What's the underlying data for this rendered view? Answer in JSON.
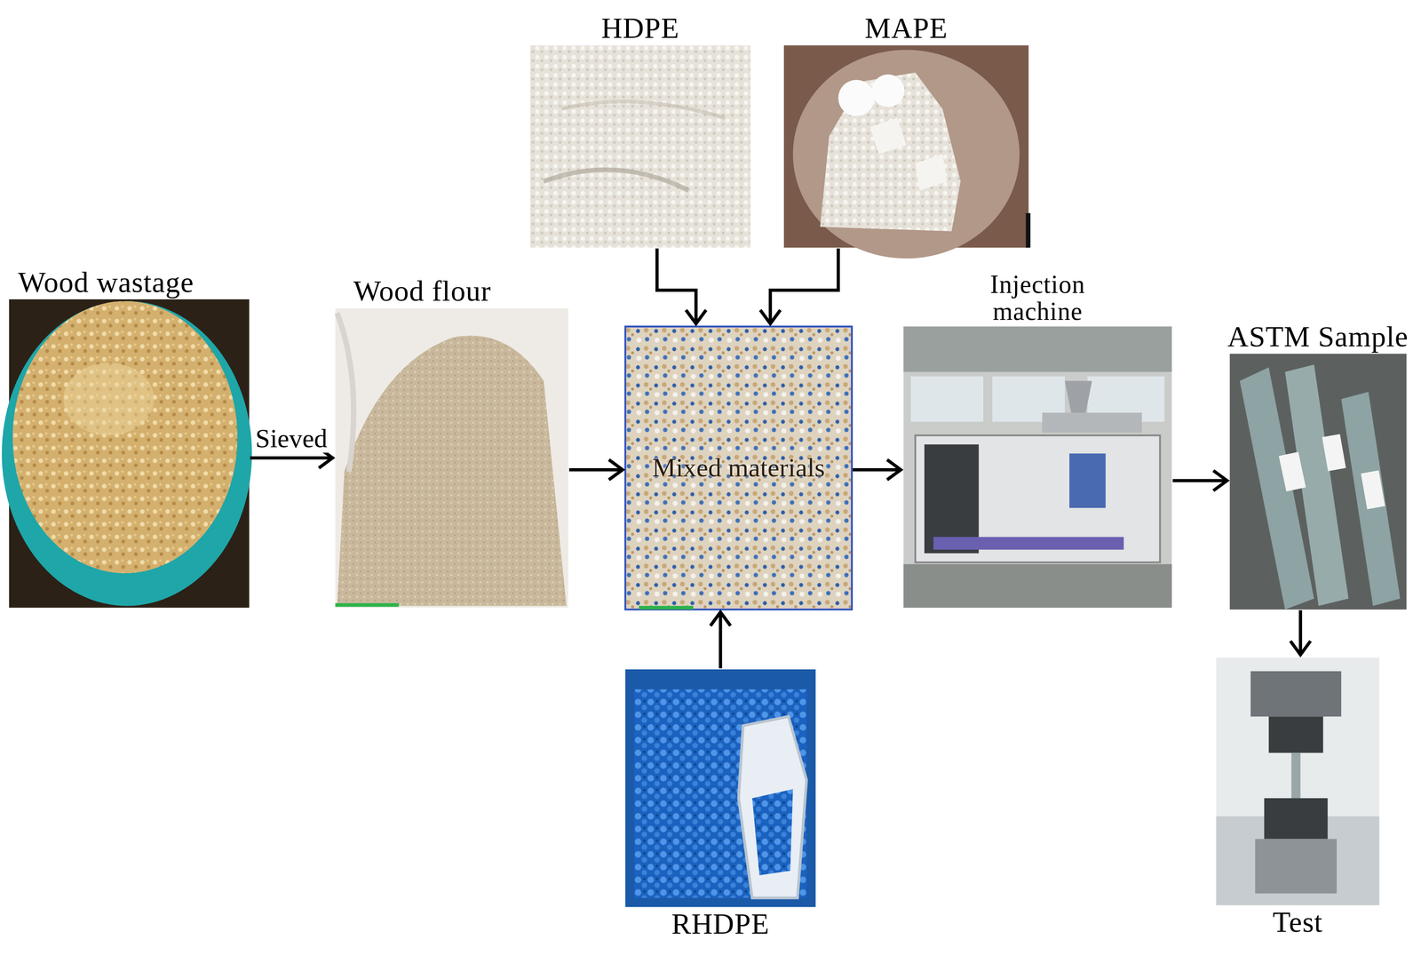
{
  "diagram": {
    "nodes": [
      {
        "text": [
          "Wood wastage"
        ]
      },
      {
        "text": [
          "Wood flour"
        ]
      },
      {
        "text": [
          "HDPE"
        ]
      },
      {
        "text": [
          "MAPE"
        ]
      },
      {
        "text": [
          "Mixed materials"
        ]
      },
      {
        "text": [
          "RHDPE"
        ]
      },
      {
        "text": [
          "Injection machine"
        ]
      },
      {
        "text": [
          "ASTM Sample"
        ]
      },
      {
        "text": [
          "Test"
        ]
      }
    ],
    "edges": [
      {
        "from": 0,
        "to": 1,
        "arrow": "to",
        "label": "Sieved"
      },
      {
        "from": 1,
        "to": 4,
        "arrow": "to"
      },
      {
        "from": 2,
        "to": 4,
        "arrow": "to"
      },
      {
        "from": 3,
        "to": 4,
        "arrow": "to"
      },
      {
        "from": 5,
        "to": 4,
        "arrow": "to"
      },
      {
        "from": 4,
        "to": 6,
        "arrow": "to"
      },
      {
        "from": 6,
        "to": 7,
        "arrow": "to"
      },
      {
        "from": 7,
        "to": 8,
        "arrow": "to"
      }
    ]
  }
}
